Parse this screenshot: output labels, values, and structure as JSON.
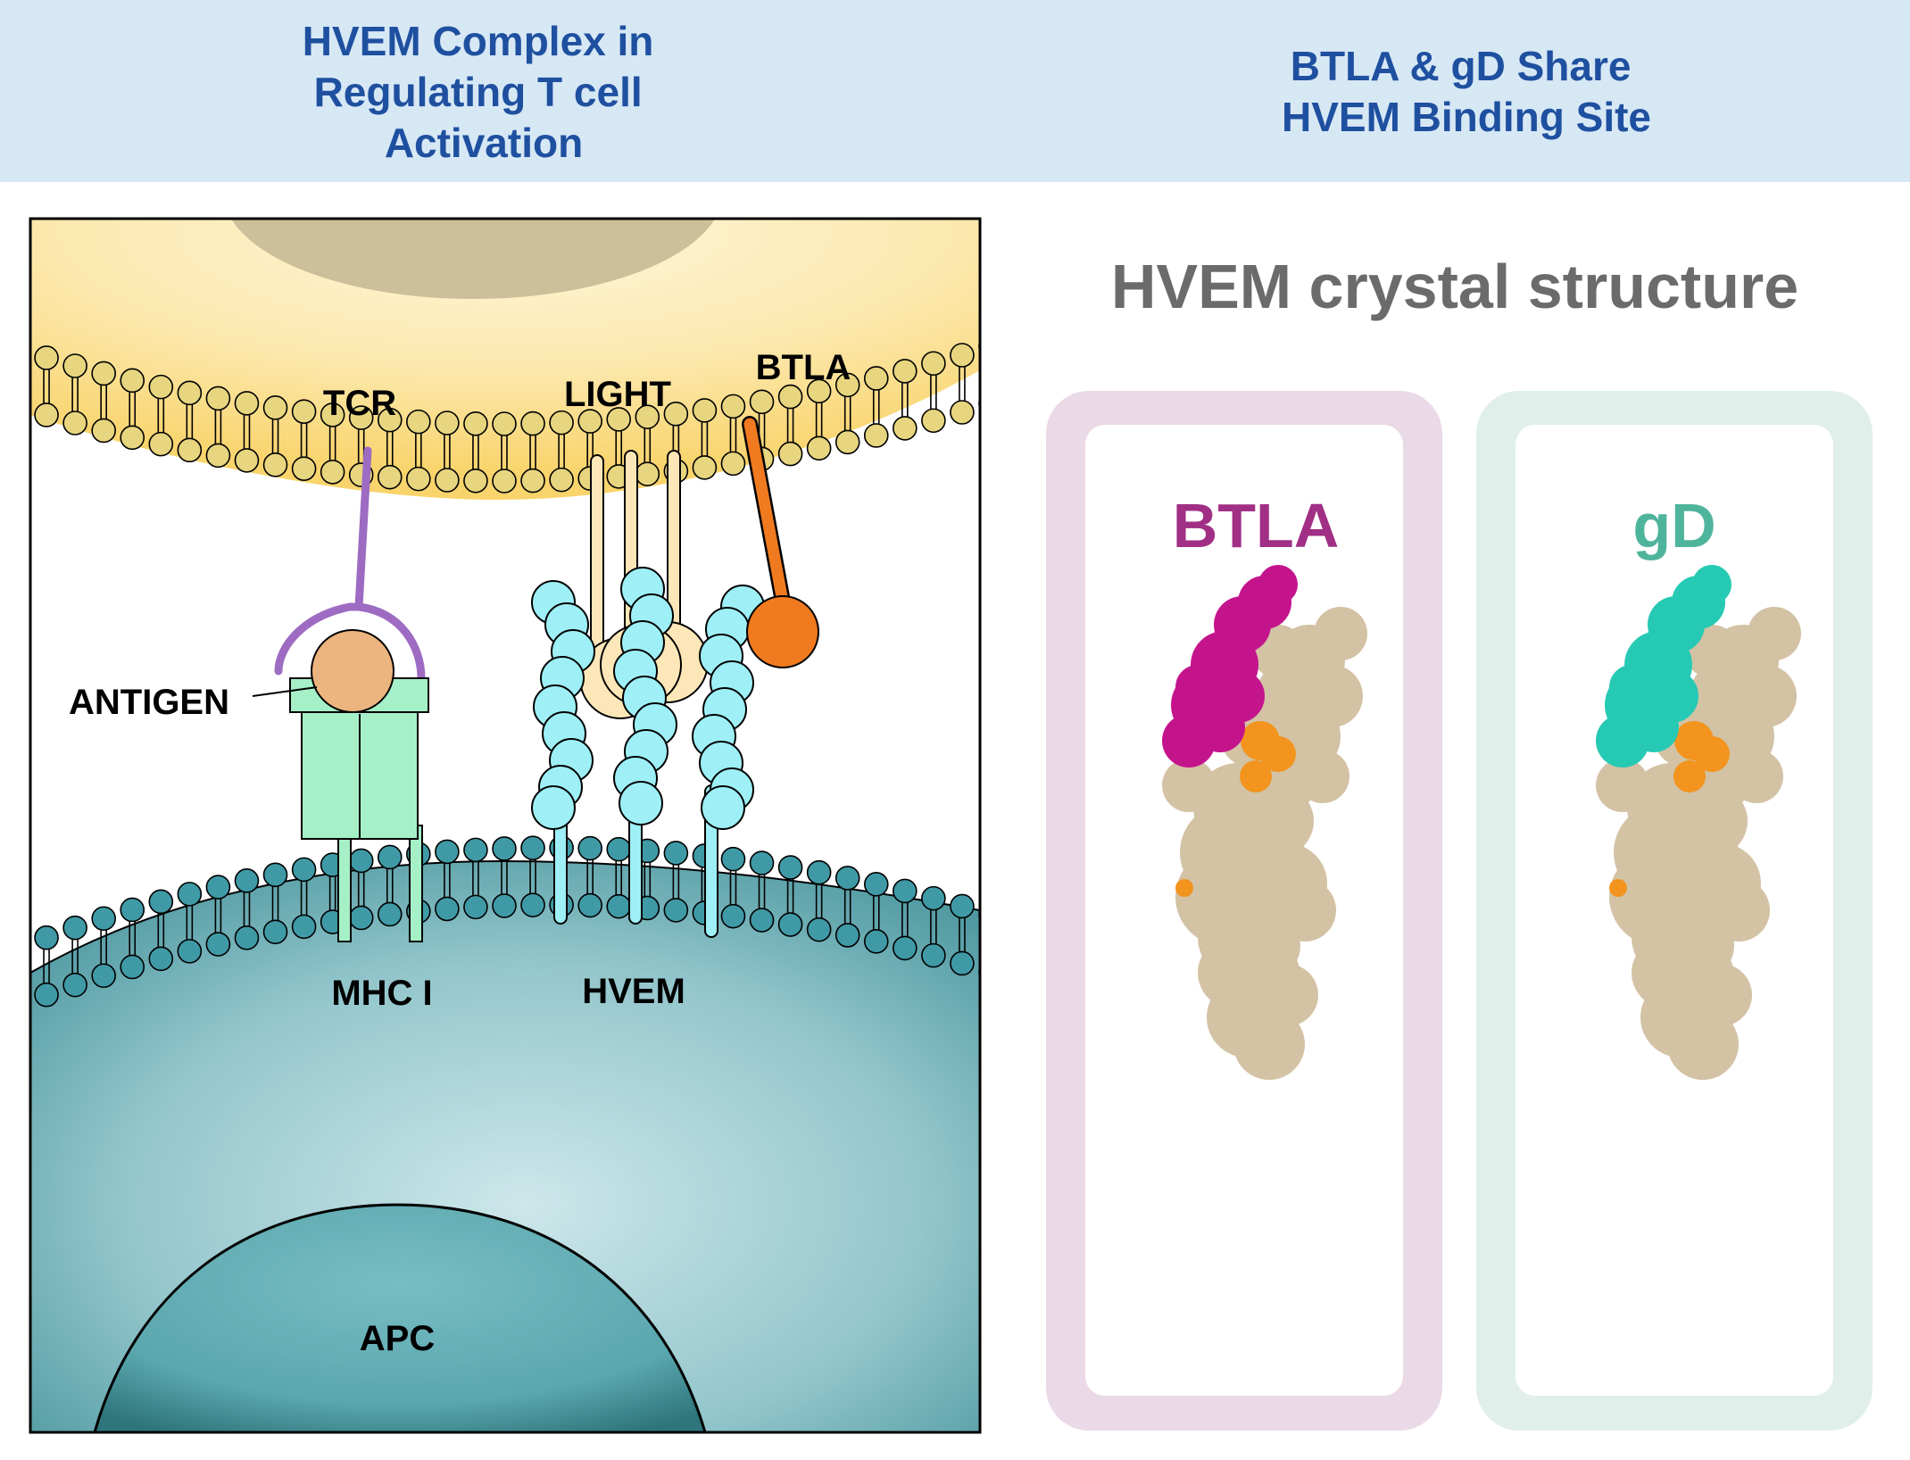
{
  "header": {
    "left_title_lines": [
      "HVEM Complex in",
      "Regulating T cell",
      "Activation"
    ],
    "right_title_lines": [
      "BTLA & gD Share",
      "HVEM Binding Site"
    ]
  },
  "diagram": {
    "labels": {
      "tcr": "TCR",
      "light": "LIGHT",
      "btla": "BTLA",
      "antigen": "ANTIGEN",
      "mhc": "MHC I",
      "hvem": "HVEM",
      "apc": "APC"
    }
  },
  "structure": {
    "title": "HVEM crystal structure",
    "panels": [
      {
        "label": "BTLA",
        "color": "#a02f85",
        "patch_color": "#c4148c",
        "frame_color": "#ead9e6"
      },
      {
        "label": "gD",
        "color": "#4fb49c",
        "patch_color": "#26c9b4",
        "frame_color": "#e0efea"
      }
    ],
    "protein_color": "#d3c2a4",
    "site_color": "#f2941e"
  },
  "colors": {
    "header_bg": "#d7e8f5",
    "header_text": "#1f50a0",
    "tcell": "#fbe6a6",
    "nucleus": "#cdbf99",
    "apc": "#5ea6ad",
    "hvem": "#9ef0f6",
    "btla": "#f07a1f",
    "tcr": "#9d6cc2",
    "mhc": "#a6f0c8",
    "antigen": "#ecb47e",
    "light": "#fde7b8"
  }
}
